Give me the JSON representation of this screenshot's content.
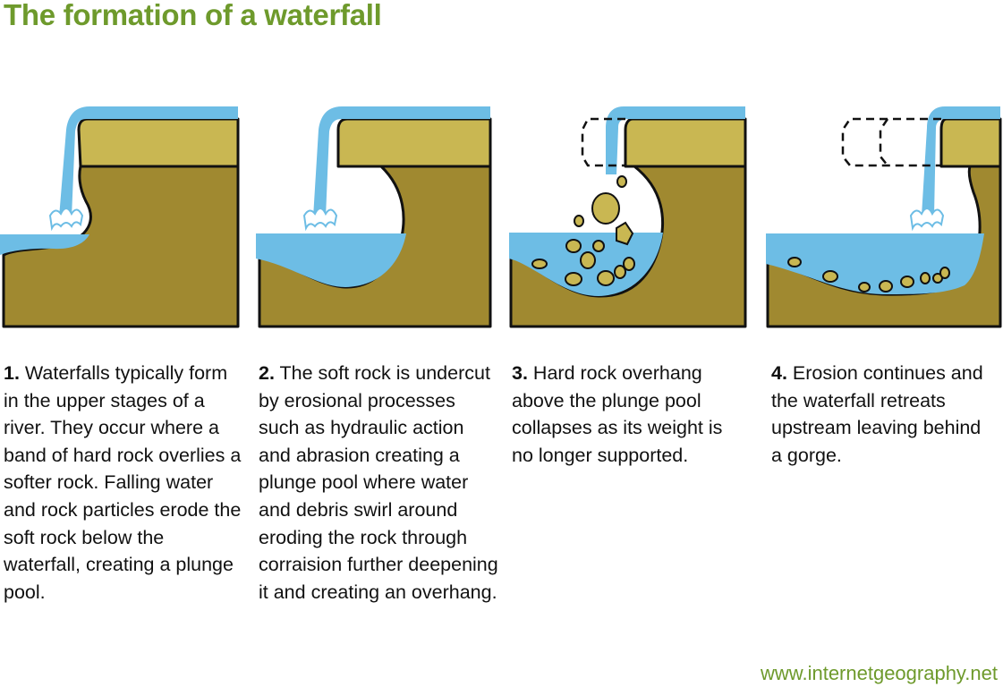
{
  "title": "The formation of a waterfall",
  "colors": {
    "water": "#6dbde5",
    "hard_rock": "#c9b752",
    "soft_rock": "#a08930",
    "outline": "#111111",
    "accent_green": "#6e9a2c"
  },
  "steps": [
    {
      "number": "1.",
      "text": "Waterfalls typically form in the upper stages of a river. They occur where a band of hard rock overlies a softer rock. Falling water and rock particles erode the soft rock below the waterfall, creating a plunge pool."
    },
    {
      "number": "2.",
      "text": "The soft rock is undercut by erosional processes such as hydraulic action and abrasion creating a plunge pool where water and debris swirl around eroding the rock through corraision further deepening it and creating an overhang."
    },
    {
      "number": "3.",
      "text": "Hard rock overhang above the  plunge pool collapses as its weight is no longer supported."
    },
    {
      "number": "4.",
      "text": "Erosion continues and the waterfall retreats upstream leaving behind a gorge."
    }
  ],
  "source": "www.internetgeography.net"
}
